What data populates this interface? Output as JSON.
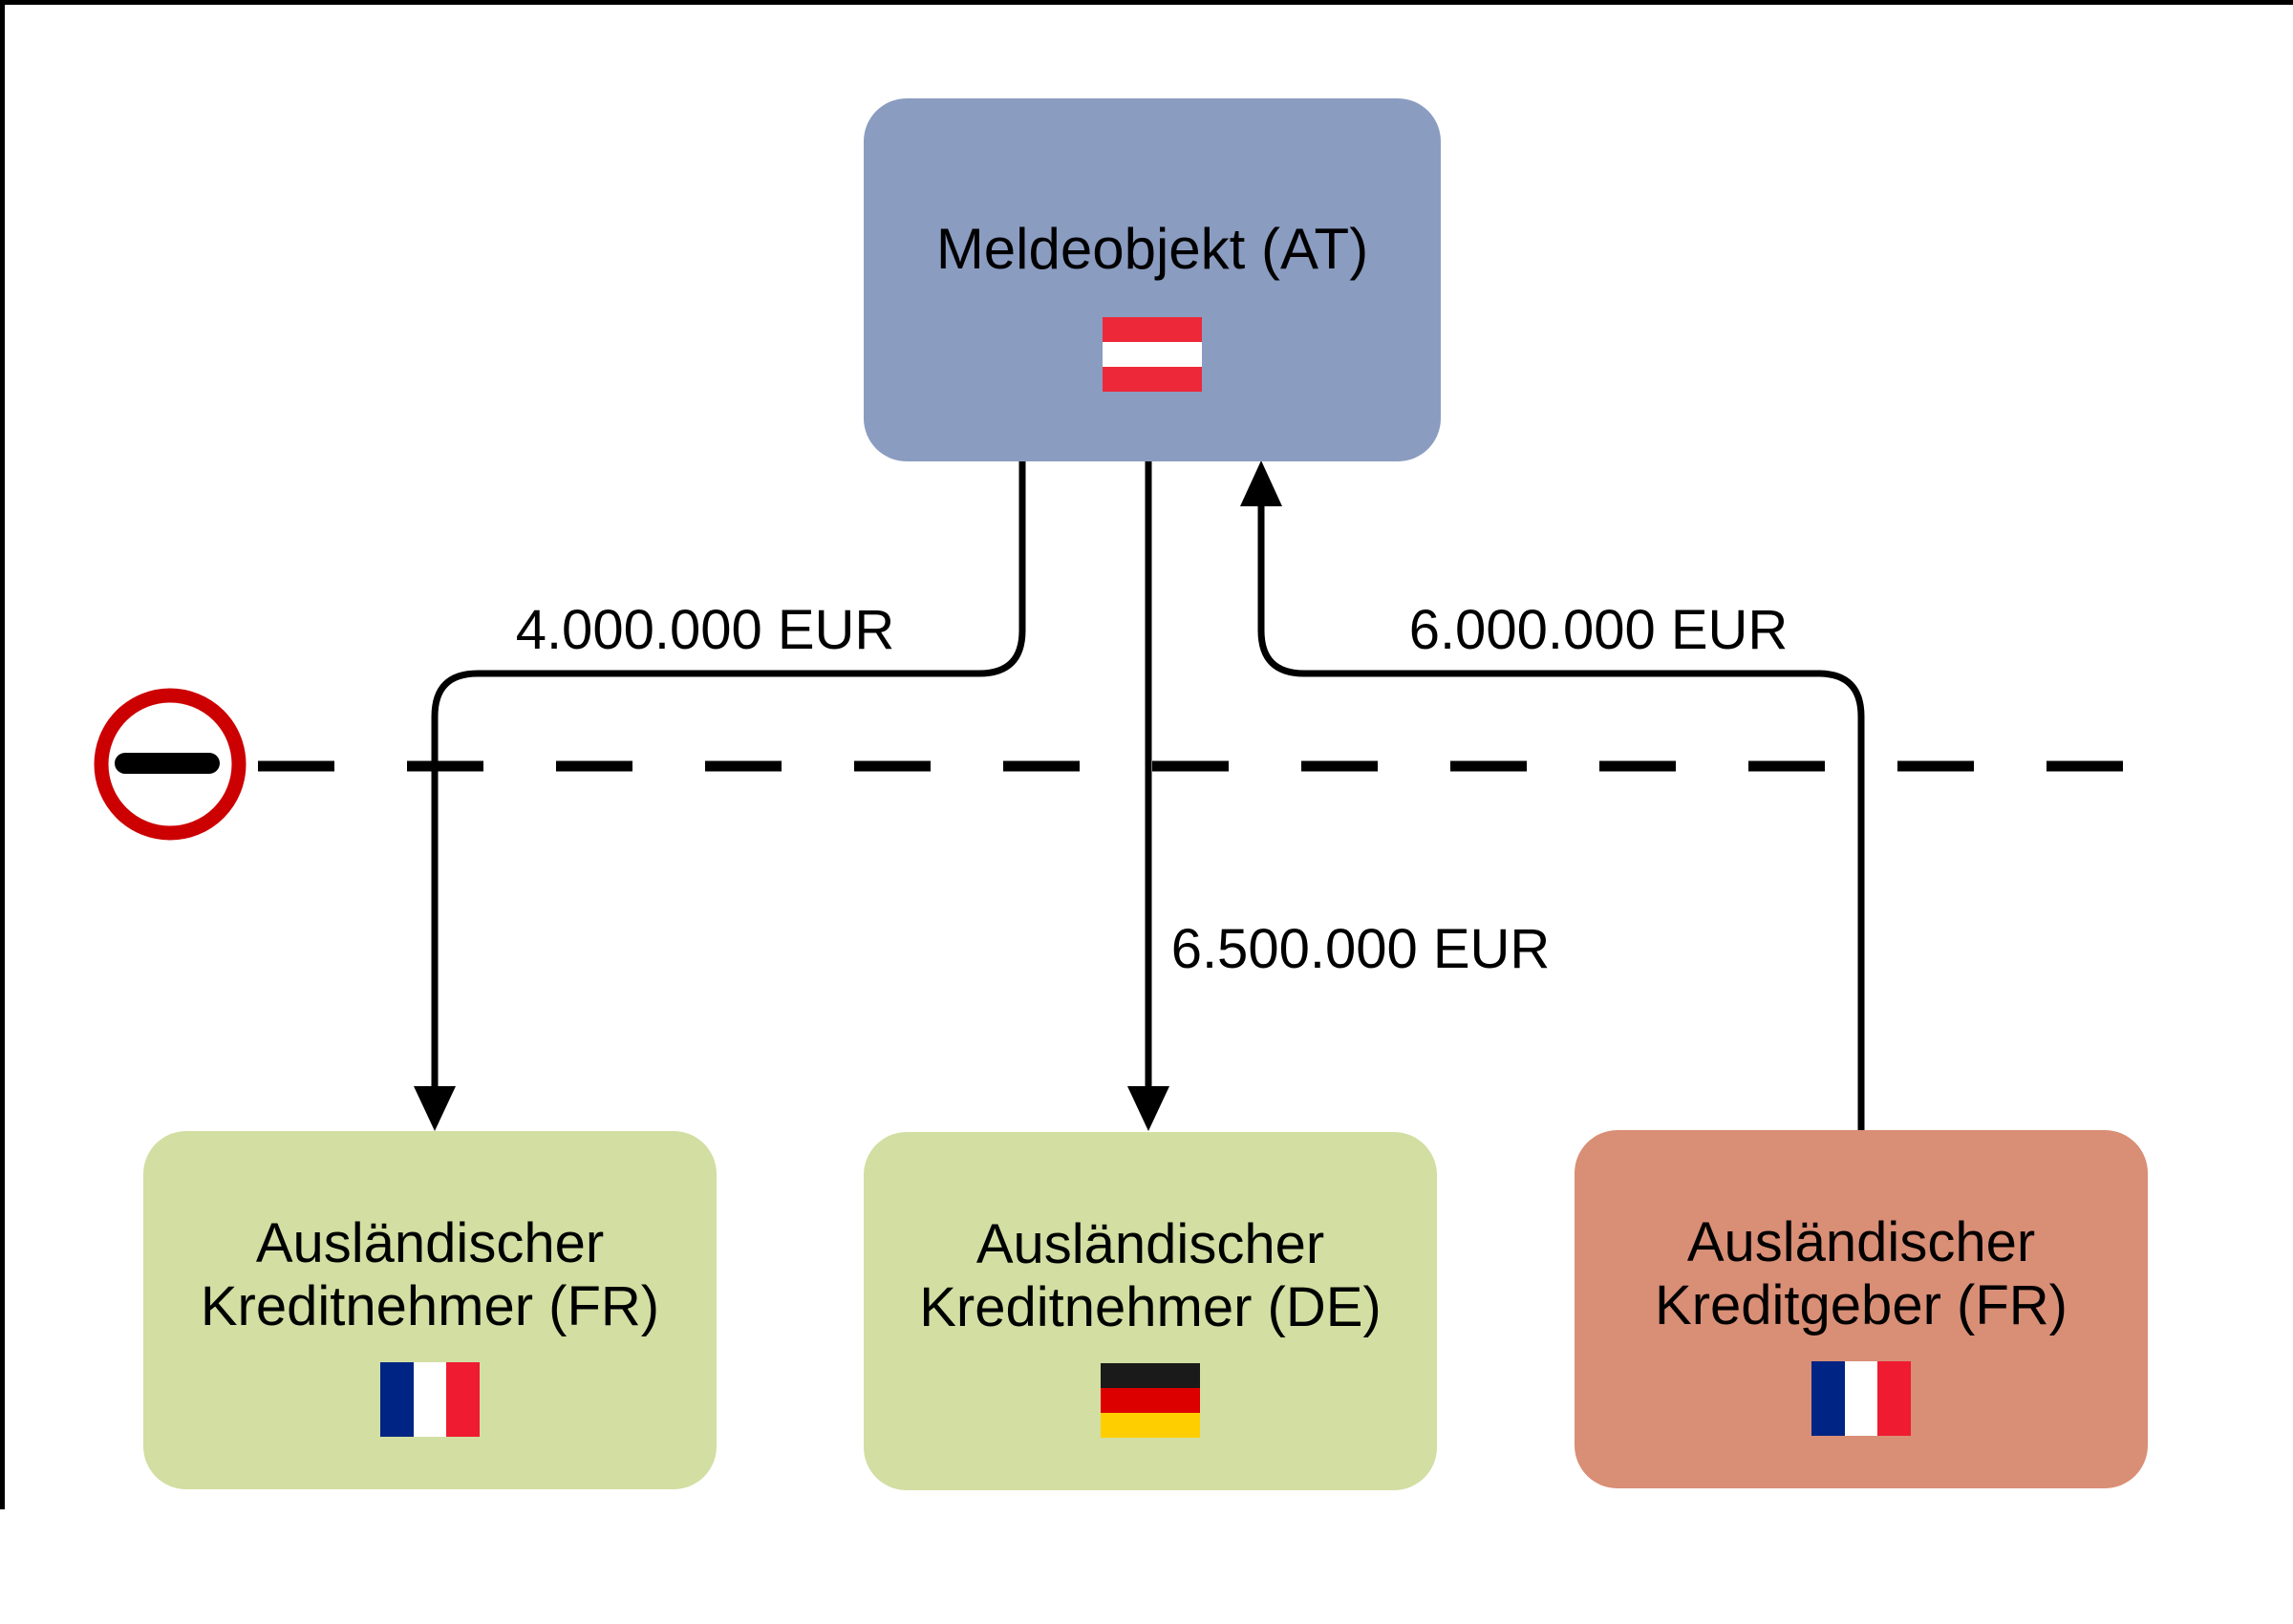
{
  "page": {
    "background": "#ffffff",
    "border_color": "#000000"
  },
  "reporting_box": {
    "label": "Meldeobjekt (AT)",
    "flag": "austria",
    "fill": "#8B9CC1"
  },
  "counterparties": [
    {
      "line1": "Ausländischer",
      "line2": "Kreditnehmer (FR)",
      "flag": "france",
      "fill": "#D2DEA2"
    },
    {
      "line1": "Ausländischer",
      "line2": "Kreditnehmer (DE)",
      "flag": "germany",
      "fill": "#D2DEA2"
    },
    {
      "line1": "Ausländischer",
      "line2": "Kreditgeber (FR)",
      "flag": "france",
      "fill": "#D98E76"
    }
  ],
  "flows": [
    {
      "amount": "4.000.000 EUR",
      "from": "Meldeobjekt (AT)",
      "to": "Ausländischer Kreditnehmer (FR)",
      "direction": "outgoing"
    },
    {
      "amount": "6.500.000 EUR",
      "from": "Meldeobjekt (AT)",
      "to": "Ausländischer Kreditnehmer (DE)",
      "direction": "outgoing"
    },
    {
      "amount": "6.000.000 EUR",
      "from": "Ausländischer Kreditgeber (FR)",
      "to": "Meldeobjekt (AT)",
      "direction": "incoming"
    }
  ],
  "border_crossing": {
    "icon": "no-entry-icon",
    "ring_color": "#CC0000",
    "bar_color": "#000000",
    "line_color": "#000000"
  },
  "flags": {
    "austria": {
      "orientation": "horizontal",
      "stripes": [
        "#ED2939",
        "#FFFFFF",
        "#ED2939"
      ]
    },
    "germany": {
      "orientation": "horizontal",
      "stripes": [
        "#1A1A1A",
        "#DD0000",
        "#FFCE00"
      ]
    },
    "france": {
      "orientation": "vertical",
      "stripes": [
        "#002483",
        "#FFFFFF",
        "#EF1B31"
      ]
    }
  }
}
